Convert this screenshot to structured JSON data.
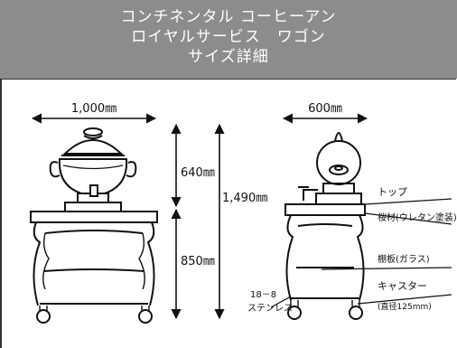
{
  "header": {
    "line1": "コンチネンタル コーヒーアン",
    "line2": "ロイヤルサービス　ワゴン",
    "line3": "サイズ詳細"
  },
  "dimensions": {
    "width_front": "1,000㎜",
    "width_side": "600㎜",
    "urn_height": "640㎜",
    "total_height": "1,490㎜",
    "cart_height": "850㎜"
  },
  "callouts": {
    "top": "トップ",
    "top_material": "桜材(ウレタン塗装)",
    "shelf": "棚板(ガラス)",
    "caster": "キャスター",
    "caster_size": "(直径125mm)",
    "steel_grade": "18－8",
    "steel": "ステンレス"
  },
  "colors": {
    "header_bg": "#8c8c8c",
    "line": "#111111"
  }
}
